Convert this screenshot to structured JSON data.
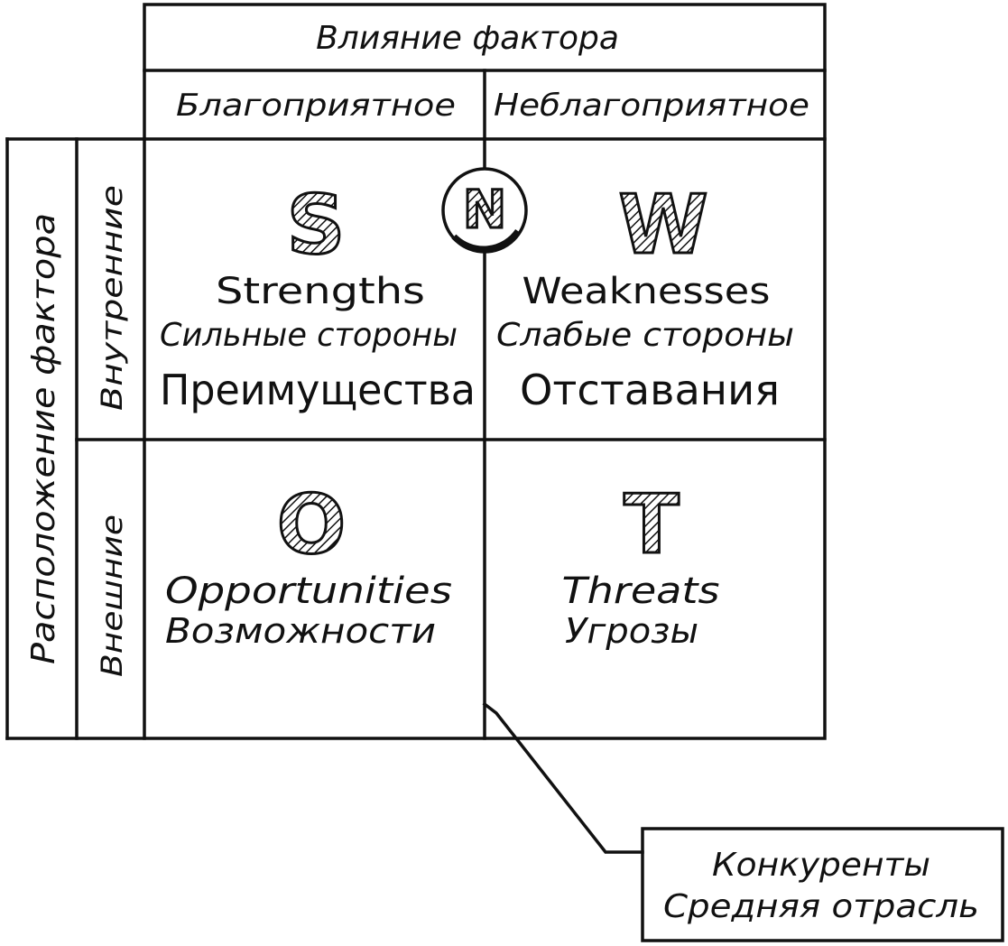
{
  "header": {
    "influence_title": "Влияние фактора",
    "favorable": "Благоприятное",
    "unfavorable": "Неблагоприятное"
  },
  "side": {
    "location_title": "Расположение фактора",
    "internal": "Внутренние",
    "external": "Внешние"
  },
  "quadrants": {
    "s": {
      "letter": "S",
      "en": "Strengths",
      "ru": "Сильные стороны",
      "extra": "Преимущества"
    },
    "w": {
      "letter": "W",
      "en": "Weaknesses",
      "ru": "Слабые стороны",
      "extra": "Отставания"
    },
    "o": {
      "letter": "O",
      "en": "Opportunities",
      "ru": "Возможности"
    },
    "t": {
      "letter": "T",
      "en": "Threats",
      "ru": "Угрозы"
    }
  },
  "center": {
    "letter": "N"
  },
  "callout": {
    "line1": "Конкуренты",
    "line2": "Средняя отрасль"
  }
}
